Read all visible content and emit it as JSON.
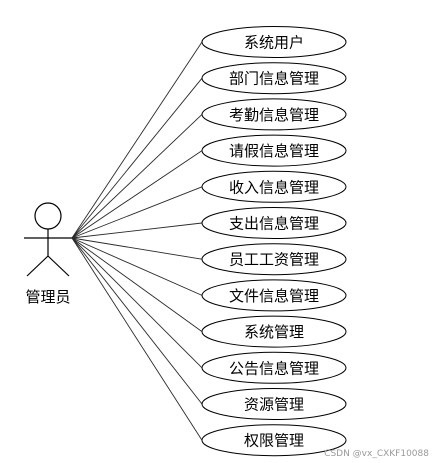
{
  "actor": {
    "label": "管理员"
  },
  "use_cases": [
    "系统用户",
    "部门信息管理",
    "考勤信息管理",
    "请假信息管理",
    "收入信息管理",
    "支出信息管理",
    "员工工资管理",
    "文件信息管理",
    "系统管理",
    "公告信息管理",
    "资源管理",
    "权限管理"
  ],
  "watermark": "CSDN @vx_CXKF10088"
}
